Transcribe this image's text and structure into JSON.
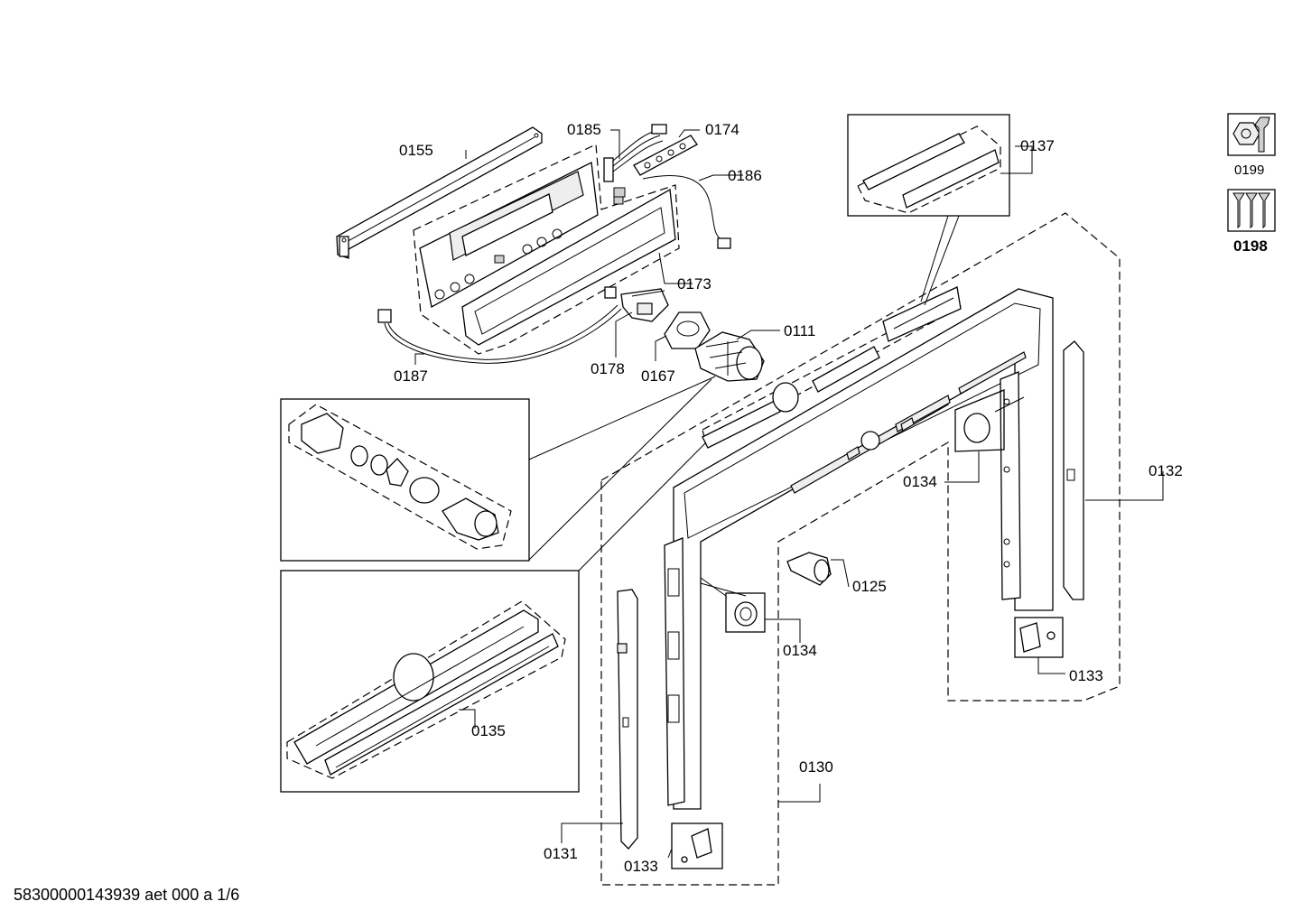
{
  "footer": {
    "document_id": "58300000143939 aet 000 a 1/6"
  },
  "labels": {
    "p0155": "0155",
    "p0185": "0185",
    "p0174": "0174",
    "p0186": "0186",
    "p0173": "0173",
    "p0187": "0187",
    "p0178": "0178",
    "p0167": "0167",
    "p0111": "0111",
    "p0137": "0137",
    "p0132": "0132",
    "p0134a": "0134",
    "p0134b": "0134",
    "p0125": "0125",
    "p0133a": "0133",
    "p0133b": "0133",
    "p0135": "0135",
    "p0130": "0130",
    "p0131": "0131"
  },
  "side_icons": {
    "tool_kit": {
      "icon": "hex-nut-wrench-icon",
      "label": "0199"
    },
    "screw_set": {
      "icon": "screws-icon",
      "label": "0198"
    }
  }
}
